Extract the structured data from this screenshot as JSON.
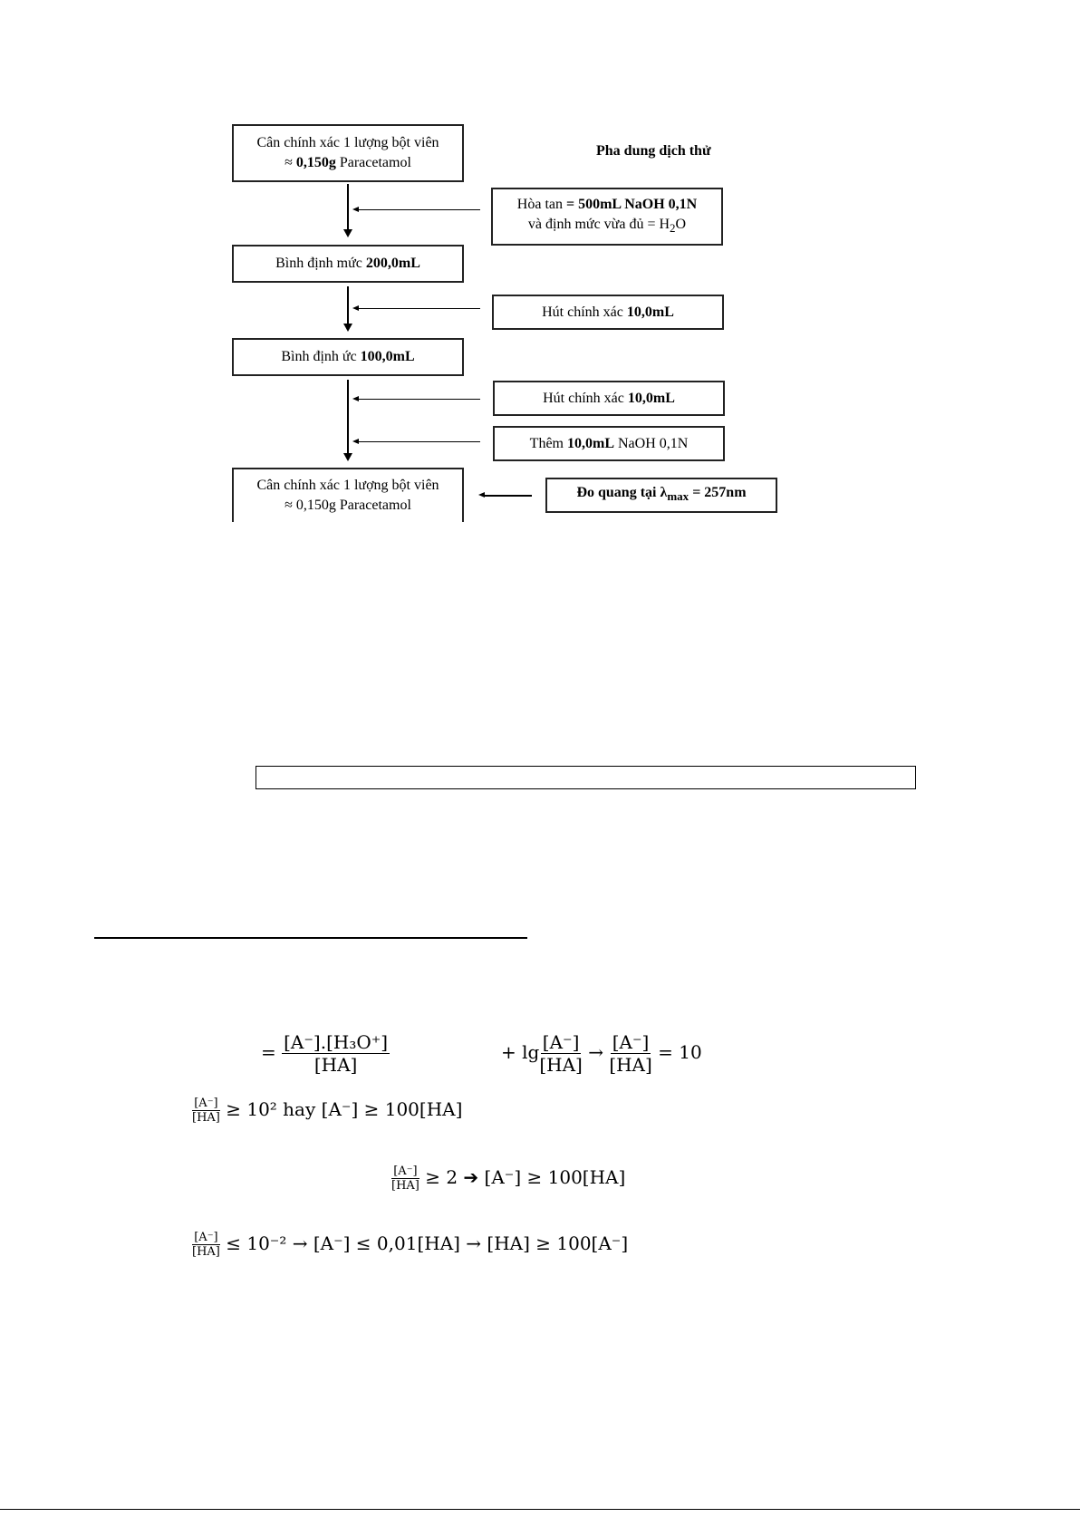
{
  "flowchart": {
    "title": "Pha dung dịch thử",
    "main": [
      {
        "l1": "Cân chính xác 1 lượng bột viên",
        "l2a": "≈ ",
        "l2b": "0,150g",
        "l2c": " Paracetamol"
      },
      {
        "a": "Bình định mức ",
        "b": "200,0mL"
      },
      {
        "a": "Bình định ức ",
        "b": "100,0mL"
      },
      {
        "l1": "Cân chính xác 1 lượng bột viên",
        "l2": "≈ 0,150g Paracetamol"
      }
    ],
    "side": [
      {
        "a": "Hòa tan ",
        "b": "= 500mL NaOH 0,1N",
        "l2": "và định mức vừa đủ = H",
        "sub": "2",
        "l2end": "O"
      },
      {
        "a": "Hút chính xác ",
        "b": "10,0mL"
      },
      {
        "a": "Hút chính xác ",
        "b": "10,0mL"
      },
      {
        "a": "Thêm ",
        "b": "10,0mL",
        "c": " NaOH 0,1N"
      },
      {
        "a": "Đo quang tại λ",
        "sub": "max",
        "b": " = 257nm"
      }
    ]
  },
  "math": {
    "eq1_eq": "=",
    "eq1_num": "[A⁻].[H₃O⁺]",
    "eq1_den": "[HA]",
    "eq2_plus": "+ lg",
    "frac_num": "[A⁻]",
    "frac_den": "[HA]",
    "arrow": "→",
    "eq2_end": "= 10",
    "line2": "≥ 10² hay [A⁻] ≥ 100[HA]",
    "line3": "≥ 2 ➔ [A⁻] ≥ 100[HA]",
    "line4": "≤ 10⁻² → [A⁻] ≤ 0,01[HA] → [HA] ≥ 100[A⁻]"
  }
}
